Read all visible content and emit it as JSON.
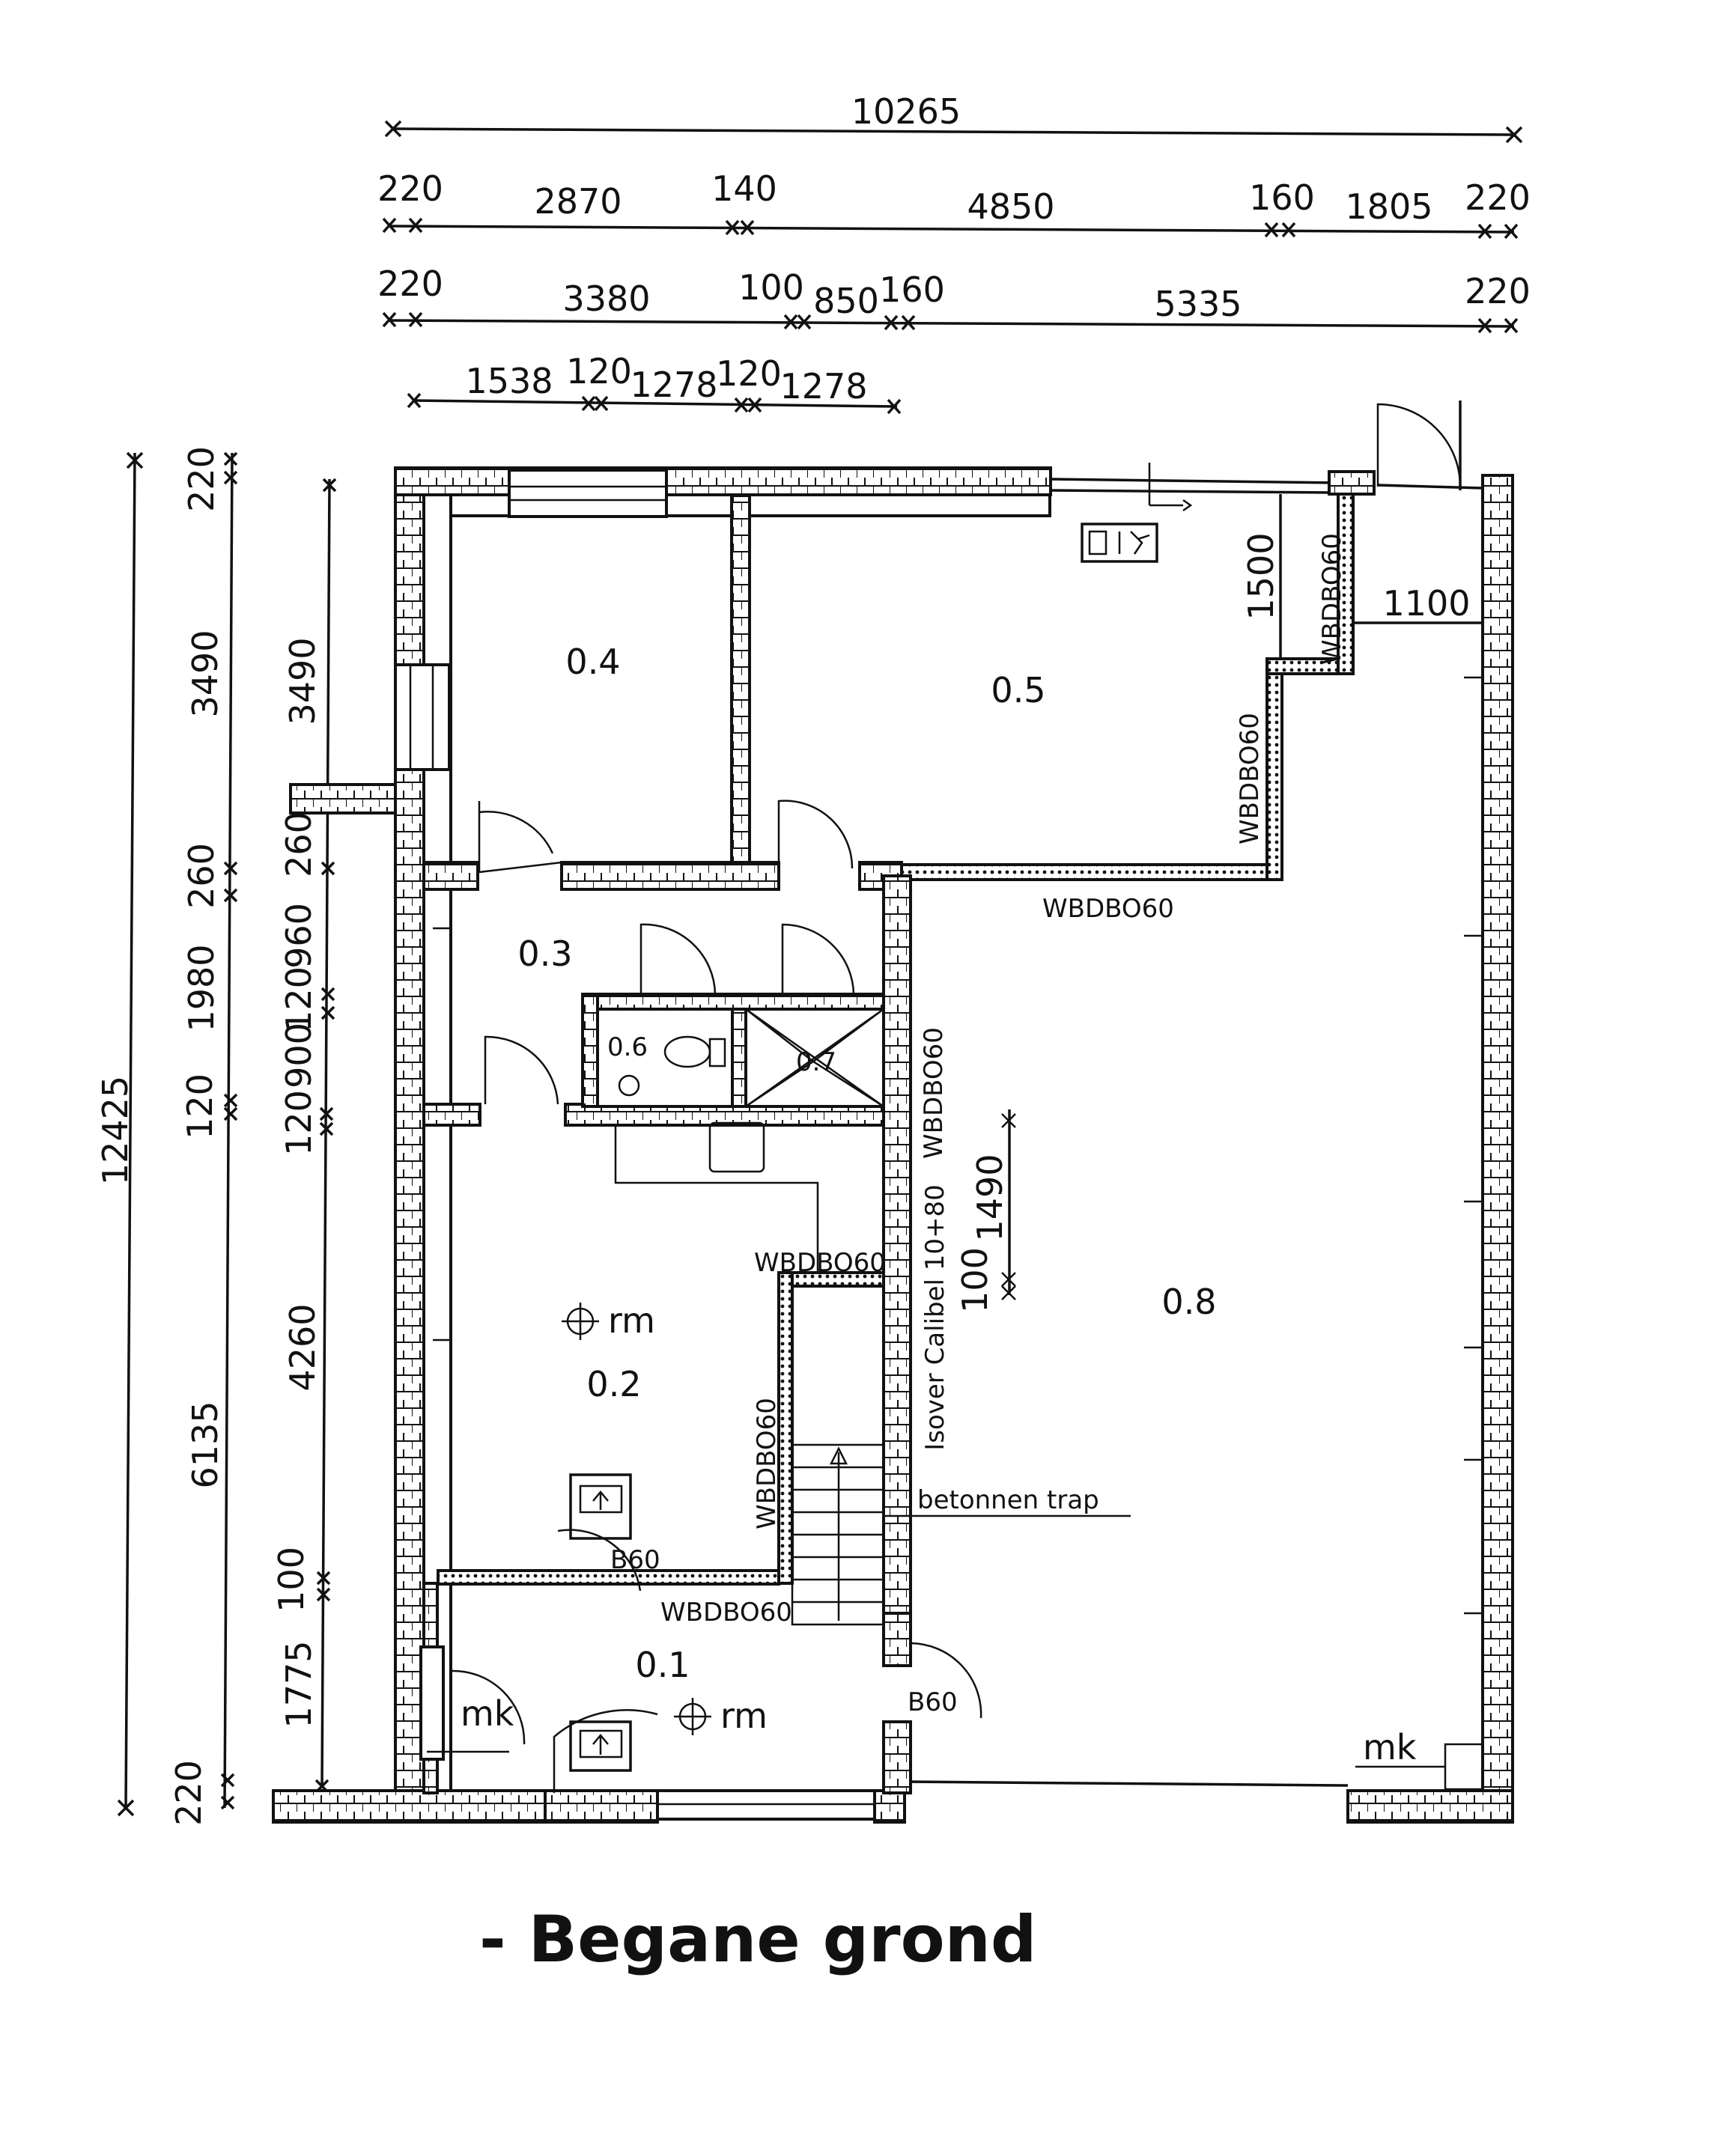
{
  "title": "- Begane grond",
  "dimensions": {
    "overall_width": "10265",
    "row1": [
      "220",
      "2870",
      "140",
      "4850",
      "160",
      "1805",
      "220"
    ],
    "row2": [
      "220",
      "3380",
      "100",
      "850",
      "160",
      "5335",
      "220"
    ],
    "row3": [
      "1538",
      "120",
      "1278",
      "120",
      "1278"
    ],
    "left_outer": [
      "220",
      "3490",
      "260",
      "1980",
      "120",
      "6135",
      "220"
    ],
    "left_overall": "12425",
    "left_inner": [
      "3490",
      "260",
      "960",
      "120",
      "900",
      "120",
      "4260",
      "100",
      "1775"
    ],
    "dim_1500": "1500",
    "dim_1100": "1100",
    "dim_1490": "1490",
    "dim_100": "100"
  },
  "rooms": {
    "r01": "0.1",
    "r02": "0.2",
    "r03": "0.3",
    "r04": "0.4",
    "r05": "0.5",
    "r06": "0.6",
    "r07": "0.7",
    "r08": "0.8"
  },
  "labels": {
    "wbdbo60": "WBDBO60",
    "b60": "B60",
    "rm": "rm",
    "mk": "mk",
    "isover": "Isover Calibel 10+80",
    "stair": "betonnen trap"
  }
}
